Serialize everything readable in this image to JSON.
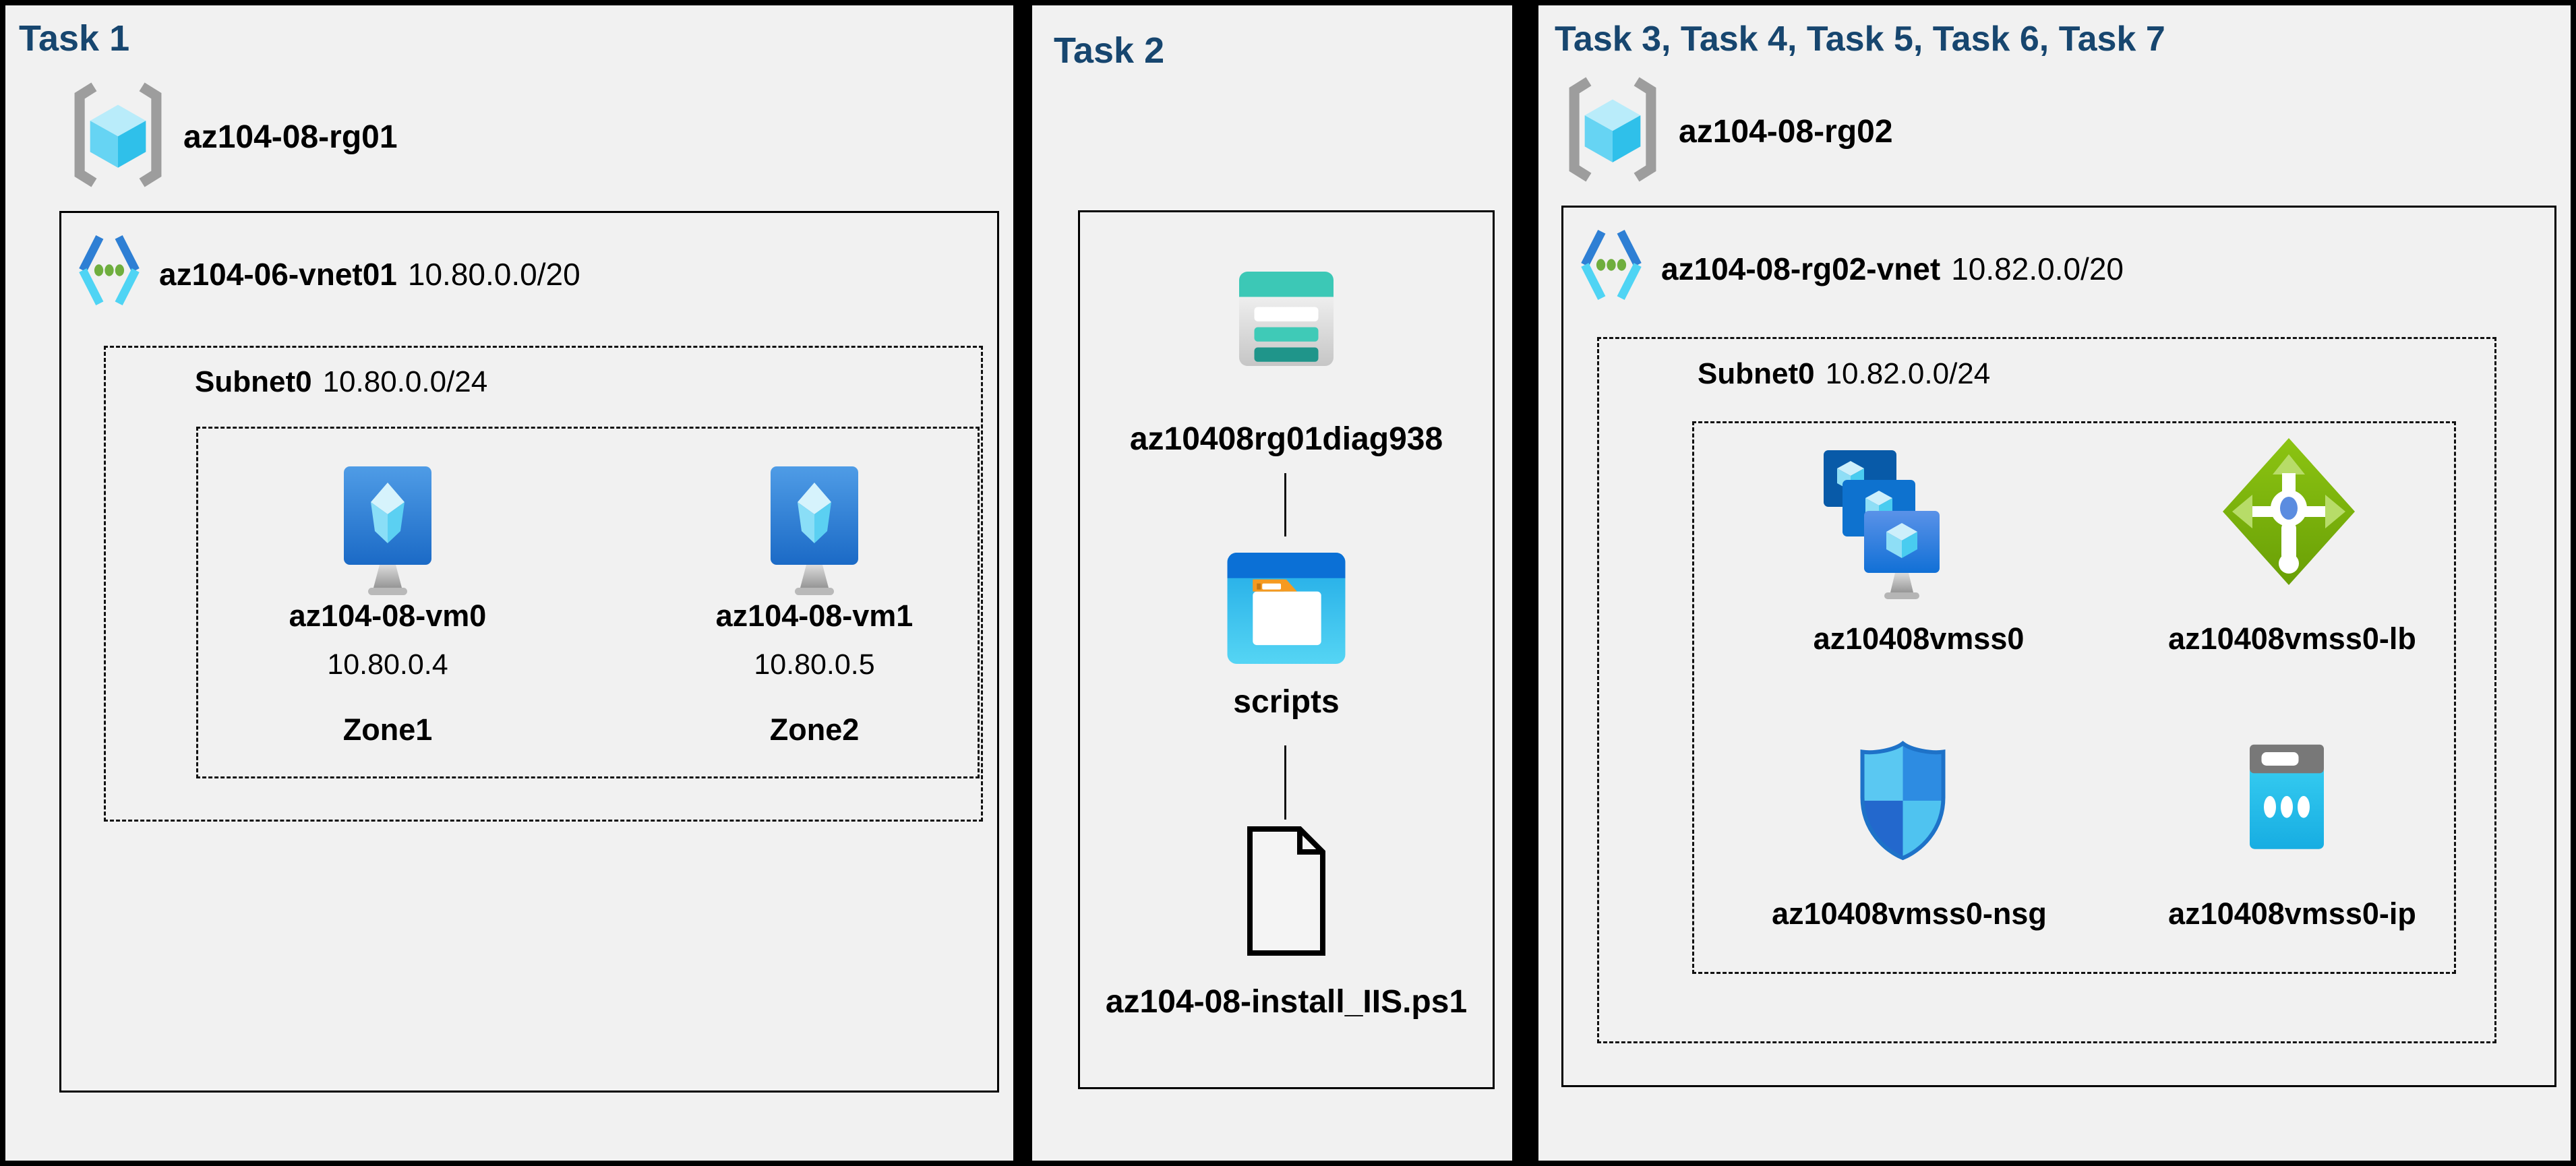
{
  "colors": {
    "background": "#000000",
    "panel_background": "#F1F1F1",
    "heading": "#17466F",
    "label_text": "#000000",
    "vnet_blue": "#2E7FD4",
    "vnet_cyan": "#4FD4F4",
    "storage_teal": "#3CC8B6",
    "folder_orange": "#F59A21",
    "lb_green": "#7DBA10",
    "vm_blue": "#1B6AC6"
  },
  "panels": [
    {
      "id": "task1",
      "title": "Task 1",
      "resource_group": {
        "name": "az104-08-rg01",
        "icon": "resource-group-icon"
      },
      "vnet": {
        "name": "az104-06-vnet01",
        "cidr": "10.80.0.0/20",
        "icon": "virtual-network-icon"
      },
      "subnet": {
        "name": "Subnet0",
        "cidr": "10.80.0.0/24"
      },
      "vms": [
        {
          "name": "az104-08-vm0",
          "ip": "10.80.0.4",
          "zone": "Zone1",
          "icon": "virtual-machine-icon"
        },
        {
          "name": "az104-08-vm1",
          "ip": "10.80.0.5",
          "zone": "Zone2",
          "icon": "virtual-machine-icon"
        }
      ]
    },
    {
      "id": "task2",
      "title": "Task 2",
      "storage_account": {
        "name": "az10408rg01diag938",
        "icon": "storage-account-icon"
      },
      "container": {
        "name": "scripts",
        "icon": "blob-container-icon"
      },
      "file": {
        "name": "az104-08-install_IIS.ps1",
        "icon": "powershell-file-icon"
      }
    },
    {
      "id": "task3",
      "title": "Task 3, Task 4, Task 5, Task 6, Task 7",
      "resource_group": {
        "name": "az104-08-rg02",
        "icon": "resource-group-icon"
      },
      "vnet": {
        "name": "az104-08-rg02-vnet",
        "cidr": "10.82.0.0/20",
        "icon": "virtual-network-icon"
      },
      "subnet": {
        "name": "Subnet0",
        "cidr": "10.82.0.0/24"
      },
      "resources": [
        {
          "name": "az10408vmss0",
          "icon": "vm-scale-set-icon"
        },
        {
          "name": "az10408vmss0-lb",
          "icon": "load-balancer-icon"
        },
        {
          "name": "az10408vmss0-nsg",
          "icon": "network-security-group-icon"
        },
        {
          "name": "az10408vmss0-ip",
          "icon": "public-ip-icon"
        }
      ]
    }
  ]
}
